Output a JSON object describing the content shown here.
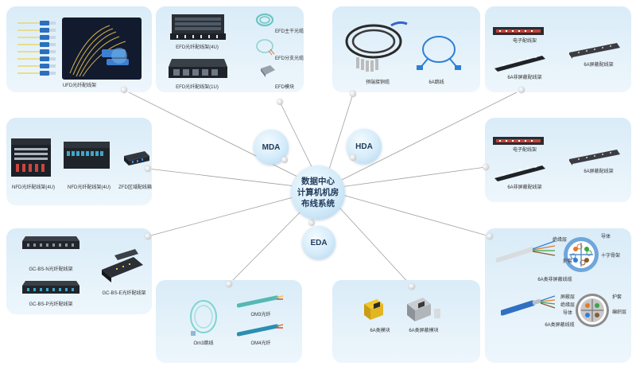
{
  "center": {
    "line1": "数据中心",
    "line2": "计算机机房",
    "line3": "布线系统"
  },
  "zones": {
    "mda": "MDA",
    "hda": "HDA",
    "eda": "EDA"
  },
  "panel_top_1": {
    "ufd": "UFD光纤配线架"
  },
  "panel_top_2": {
    "efd4u": "EFD光纤配线架(4U)",
    "efd1u": "EFD光纤配线架(1U)",
    "trunk": "EFD主干光缆",
    "branch": "EFD分支光缆",
    "module": "EFD模块"
  },
  "panel_top_3": {
    "preterm": "预端接铜缆",
    "jumper": "6A跳线"
  },
  "panel_top_4": {
    "electronic": "电子配线架",
    "unshielded": "6A非屏蔽配线架",
    "shielded": "6A屏蔽配线架"
  },
  "panel_left_mid": {
    "nfd1": "NFD光纤配线架(4U)",
    "nfd2": "NFD光纤配线架(4U)",
    "zfd": "ZFD区域配线箱"
  },
  "panel_right_mid": {
    "electronic": "电子配线架",
    "unshielded": "6A非屏蔽配线架",
    "shielded": "6A屏蔽配线架"
  },
  "panel_left_bot": {
    "bsn": "GC-BS-N光纤配线架",
    "bse": "GC-BS-E光纤配线架",
    "bsp": "GC-BS-P光纤配线架"
  },
  "panel_bot_1": {
    "om3jumper": "Om3跳线",
    "om3": "OM3光纤",
    "om4": "OM4光纤"
  },
  "panel_bot_2": {
    "module": "6A类模块",
    "shielded_module": "6A类屏蔽模块"
  },
  "panel_right_bot": {
    "unshielded_cable": "6A类非屏蔽线缆",
    "shielded_cable": "6A类屏蔽线缆",
    "callout_1": "绝缘层",
    "callout_2": "护套",
    "callout_3": "导体",
    "callout_4": "十字骨架",
    "callout_5": "屏蔽层",
    "callout_6": "绝缘层",
    "callout_7": "导体",
    "callout_8": "护套",
    "callout_9": "编织层"
  },
  "colors": {
    "panel": "#dcedf8",
    "line": "#9a9a9a",
    "bubble_text": "#1f3a5a",
    "fiber_aqua": "#7fd3d0",
    "cable_blue": "#2f7fd6"
  }
}
